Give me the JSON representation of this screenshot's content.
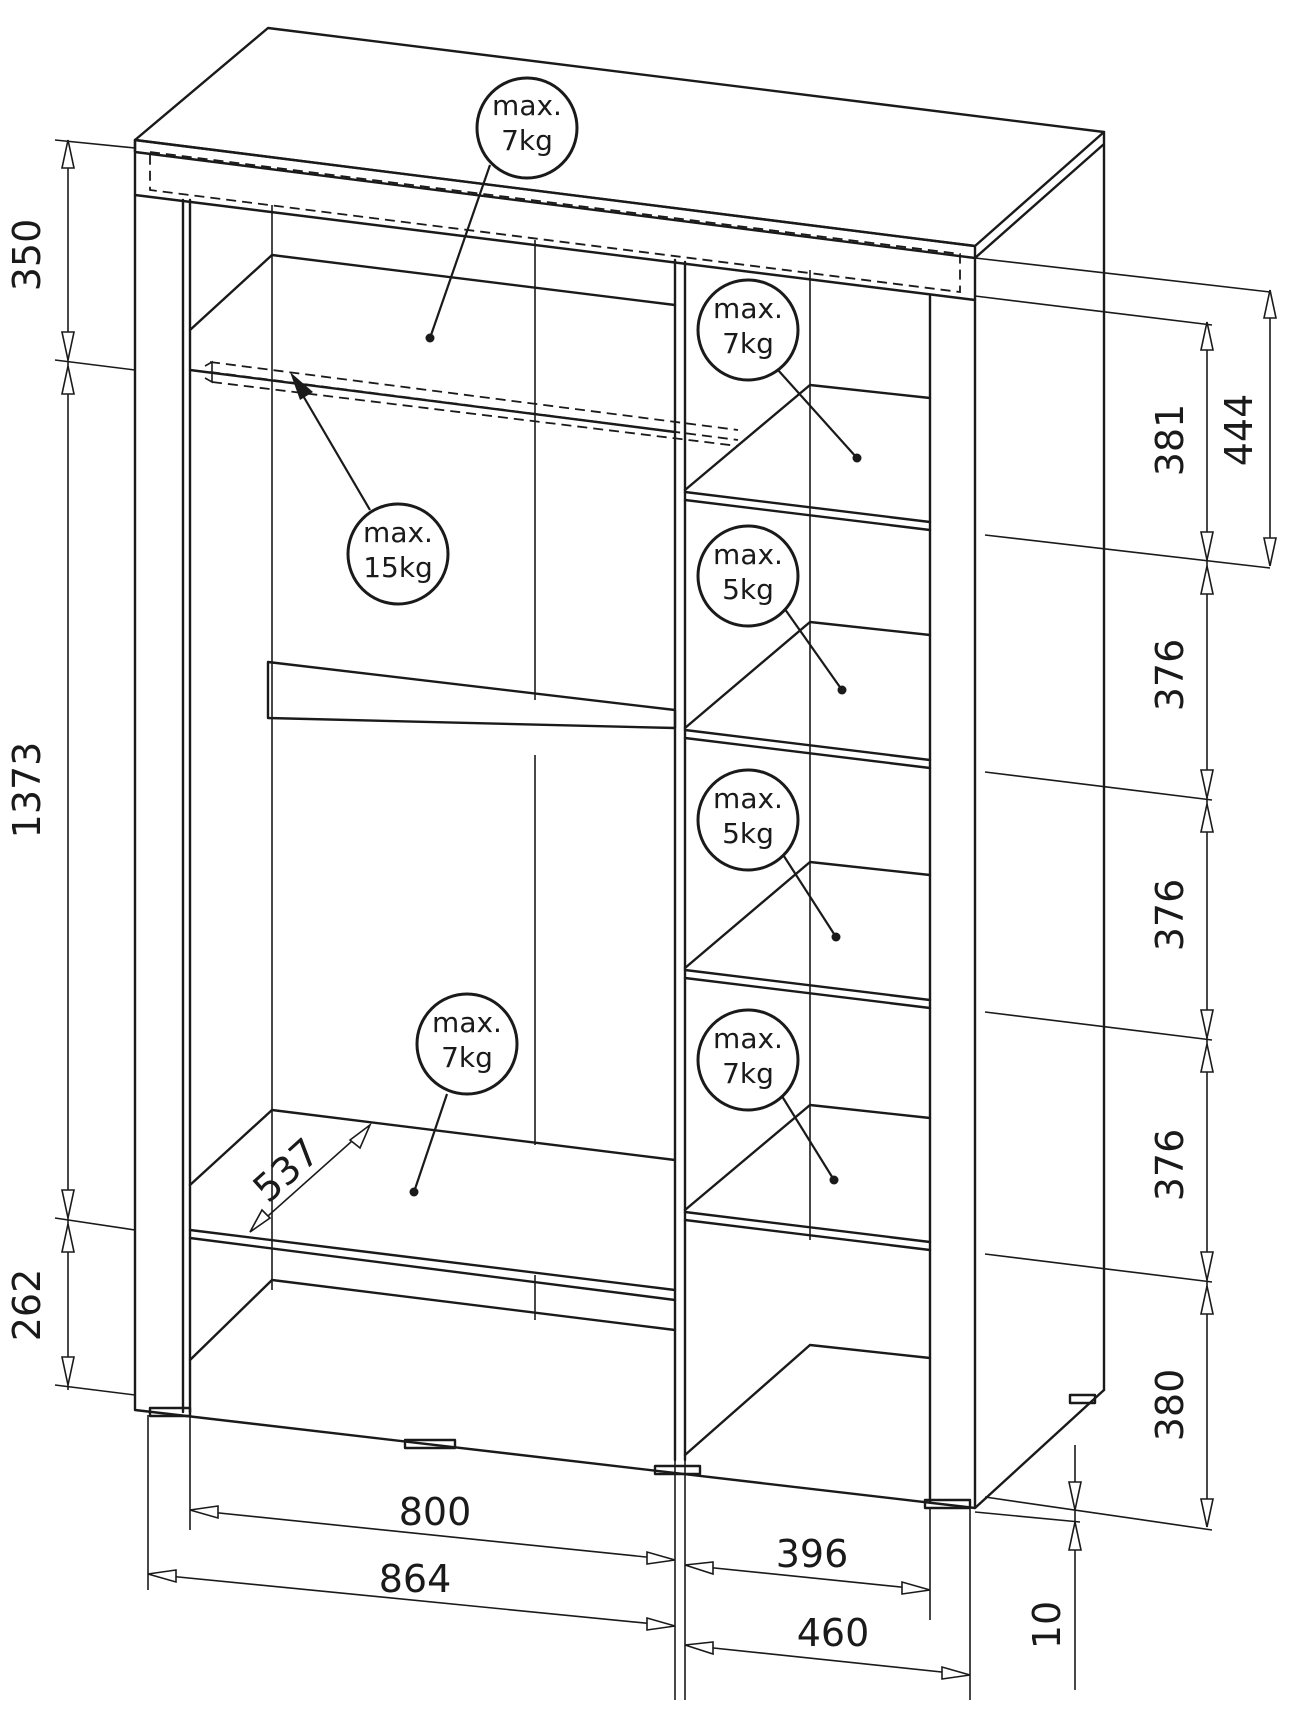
{
  "load_labels": [
    {
      "id": "top",
      "line1": "max.",
      "line2": "7kg"
    },
    {
      "id": "rod",
      "line1": "max.",
      "line2": "15kg"
    },
    {
      "id": "bottom-l",
      "line1": "max.",
      "line2": "7kg"
    },
    {
      "id": "r1",
      "line1": "max.",
      "line2": "7kg"
    },
    {
      "id": "r2",
      "line1": "max.",
      "line2": "5kg"
    },
    {
      "id": "r3",
      "line1": "max.",
      "line2": "5kg"
    },
    {
      "id": "r4",
      "line1": "max.",
      "line2": "7kg"
    }
  ],
  "dimensions": {
    "left_top": "350",
    "left_mid": "1373",
    "left_bottom": "262",
    "depth_inner": "537",
    "width_inner_left": "800",
    "width_total_left": "864",
    "width_inner_right": "396",
    "width_total_right": "460",
    "right_1": "381",
    "right_1_total": "444",
    "right_2": "376",
    "right_3": "376",
    "right_4": "376",
    "right_5": "380",
    "foot_height": "10"
  },
  "colors": {
    "line": "#1a1a1a",
    "background": "#ffffff"
  }
}
